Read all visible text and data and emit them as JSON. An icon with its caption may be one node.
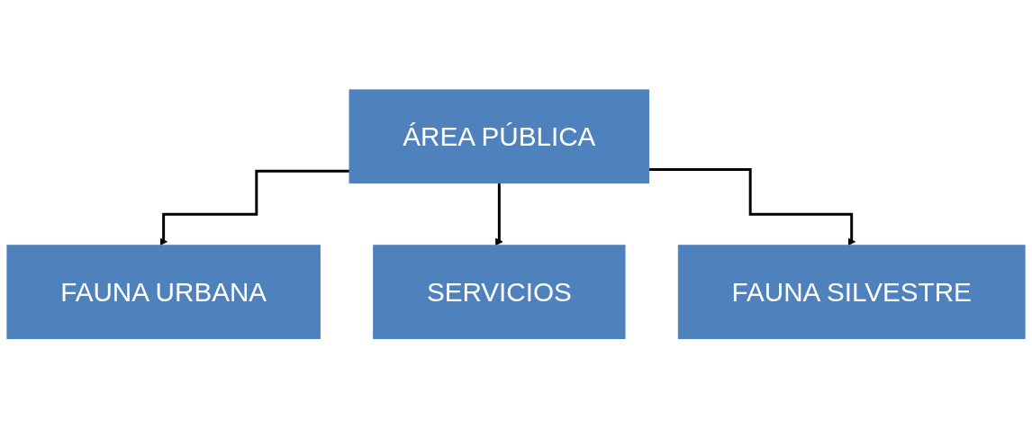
{
  "diagram": {
    "nodes": [
      {
        "text": [
          "ÁREA PÚBLICA"
        ]
      },
      {
        "text": [
          "FAUNA URBANA"
        ]
      },
      {
        "text": [
          "SERVICIOS"
        ]
      },
      {
        "text": [
          "FAUNA SILVESTRE"
        ]
      }
    ],
    "edges": [
      {
        "from": 0,
        "to": 1,
        "arrow": "to"
      },
      {
        "from": 0,
        "to": 2,
        "arrow": "to"
      },
      {
        "from": 0,
        "to": 3,
        "arrow": "to"
      }
    ]
  }
}
